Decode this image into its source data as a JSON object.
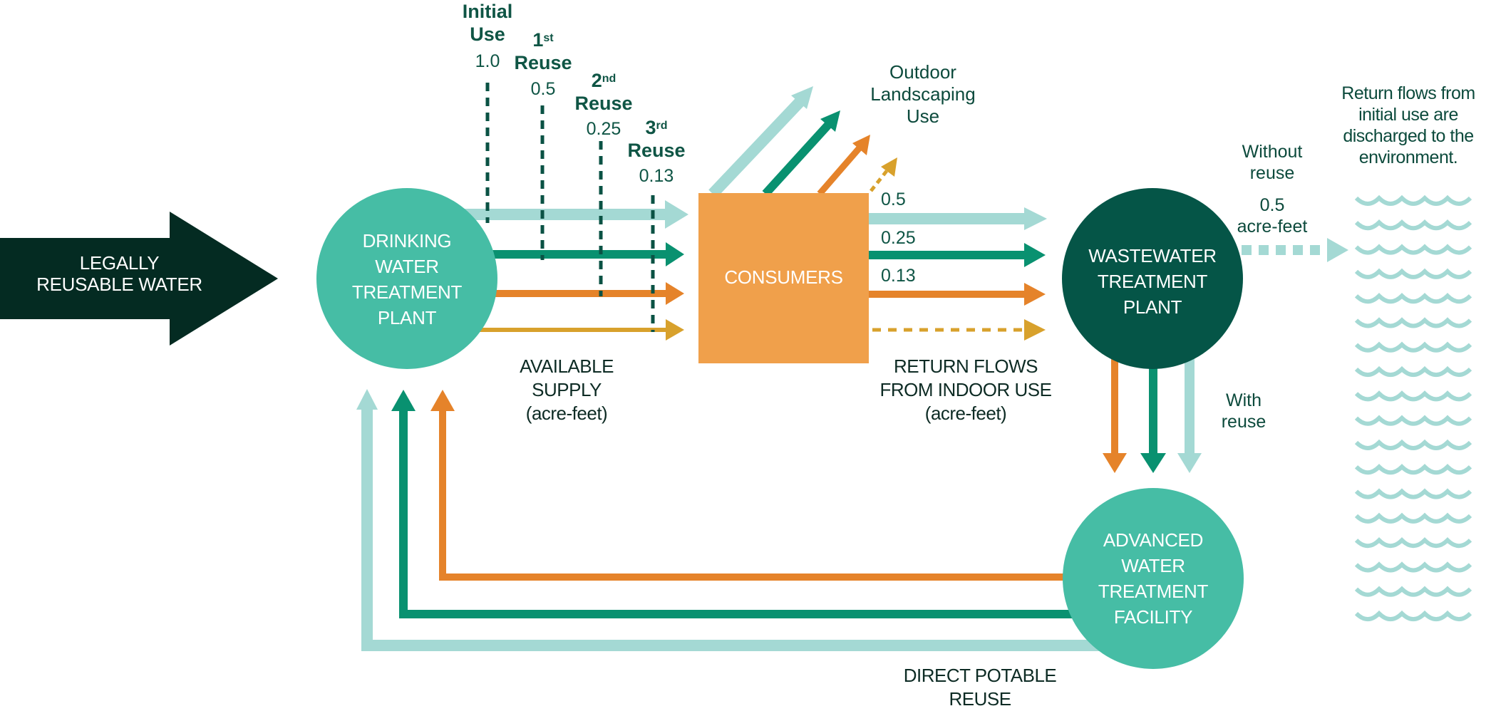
{
  "colors": {
    "dark": "#042b22",
    "drinking_plant": "#46bda5",
    "wastewater_plant": "#055547",
    "advanced_facility": "#46bda5",
    "consumers": "#f0a04b",
    "initial_use": "#a4d9d4",
    "reuse_1": "#099170",
    "reuse_2": "#e5832a",
    "reuse_3": "#d8a12c",
    "dashed_marker": "#0a5244",
    "waves": "#a4d9d4"
  },
  "source": {
    "label_line1": "LEGALLY",
    "label_line2": "REUSABLE WATER"
  },
  "nodes": {
    "drinking": [
      "DRINKING",
      "WATER",
      "TREATMENT",
      "PLANT"
    ],
    "consumers": "CONSUMERS",
    "wastewater": [
      "WASTEWATER",
      "TREATMENT",
      "PLANT"
    ],
    "advanced": [
      "ADVANCED",
      "WATER",
      "TREATMENT",
      "FACILITY"
    ]
  },
  "uses": [
    {
      "title_line1": "Initial",
      "title_line2": "Use",
      "ordinal_num": "",
      "ordinal_sup": "",
      "value": "1.0"
    },
    {
      "title_line1": "",
      "title_line2": "Reuse",
      "ordinal_num": "1",
      "ordinal_sup": "st",
      "value": "0.5"
    },
    {
      "title_line1": "",
      "title_line2": "Reuse",
      "ordinal_num": "2",
      "ordinal_sup": "nd",
      "value": "0.25"
    },
    {
      "title_line1": "",
      "title_line2": "Reuse",
      "ordinal_num": "3",
      "ordinal_sup": "rd",
      "value": "0.13"
    }
  ],
  "available_supply": {
    "line1": "AVAILABLE",
    "line2": "SUPPLY",
    "line3": "(acre-feet)"
  },
  "return_flows": {
    "values": [
      "0.5",
      "0.25",
      "0.13"
    ],
    "line1": "RETURN FLOWS",
    "line2": "FROM INDOOR USE",
    "line3": "(acre-feet)"
  },
  "outdoor": {
    "line1": "Outdoor",
    "line2": "Landscaping",
    "line3": "Use"
  },
  "without_reuse": {
    "line1": "Without",
    "line2": "reuse",
    "value": "0.5",
    "unit": "acre-feet"
  },
  "with_reuse": {
    "line1": "With",
    "line2": "reuse"
  },
  "environment_note": {
    "line1": "Return flows from",
    "line2": "initial use are",
    "line3": "discharged to the",
    "line4": "environment."
  },
  "direct_potable": {
    "line1": "DIRECT POTABLE",
    "line2": "REUSE"
  },
  "flows": [
    {
      "name": "initial-use",
      "supply": 1.0,
      "return": 0.5
    },
    {
      "name": "first-reuse",
      "supply": 0.5,
      "return": 0.25
    },
    {
      "name": "second-reuse",
      "supply": 0.25,
      "return": 0.13
    },
    {
      "name": "third-reuse",
      "supply": 0.13,
      "return": null
    }
  ]
}
